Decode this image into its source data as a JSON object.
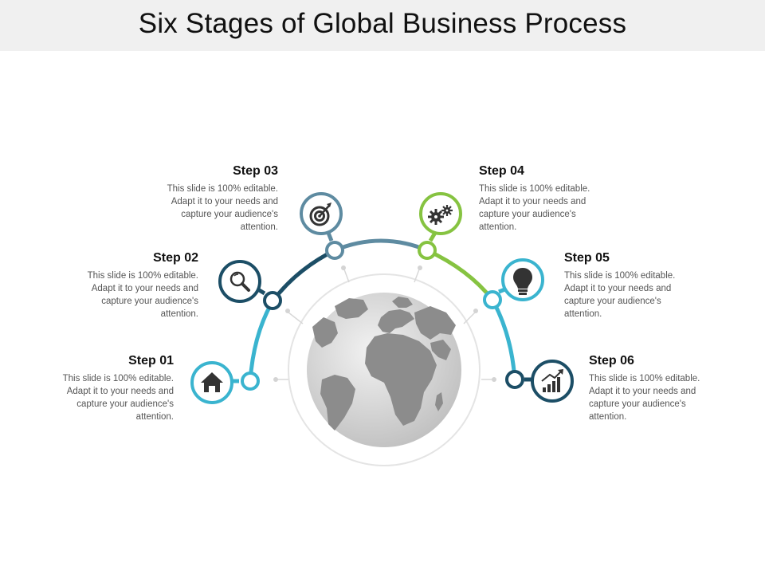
{
  "title": "Six Stages of Global Business Process",
  "steps": [
    {
      "title": "Step 01",
      "desc": "This slide is 100% editable. Adapt it to your needs and capture your audience's attention.",
      "icon": "home-icon",
      "color": "#3ab4cf"
    },
    {
      "title": "Step 02",
      "desc": "This slide is 100% editable. Adapt it to your needs and capture your audience's attention.",
      "icon": "search-icon",
      "color": "#1c4e66"
    },
    {
      "title": "Step 03",
      "desc": "This slide is 100% editable. Adapt it to your needs and capture your audience's attention.",
      "icon": "target-icon",
      "color": "#5e8ba1"
    },
    {
      "title": "Step 04",
      "desc": "This slide is 100% editable. Adapt it to your needs and capture your audience's attention.",
      "icon": "gears-icon",
      "color": "#86c341"
    },
    {
      "title": "Step 05",
      "desc": "This slide is 100% editable. Adapt it to your needs and capture your audience's attention.",
      "icon": "lightbulb-icon",
      "color": "#3ab4cf"
    },
    {
      "title": "Step 06",
      "desc": "This slide is 100% editable. Adapt it to your needs and capture your audience's attention.",
      "icon": "growth-chart-icon",
      "color": "#1c4e66"
    }
  ],
  "colors": {
    "title_band": "#f0f0f0",
    "globe_land": "#8c8c8c",
    "globe_ocean": "#cfcfcf",
    "ring": "#e4e4e4",
    "icon": "#333333"
  }
}
